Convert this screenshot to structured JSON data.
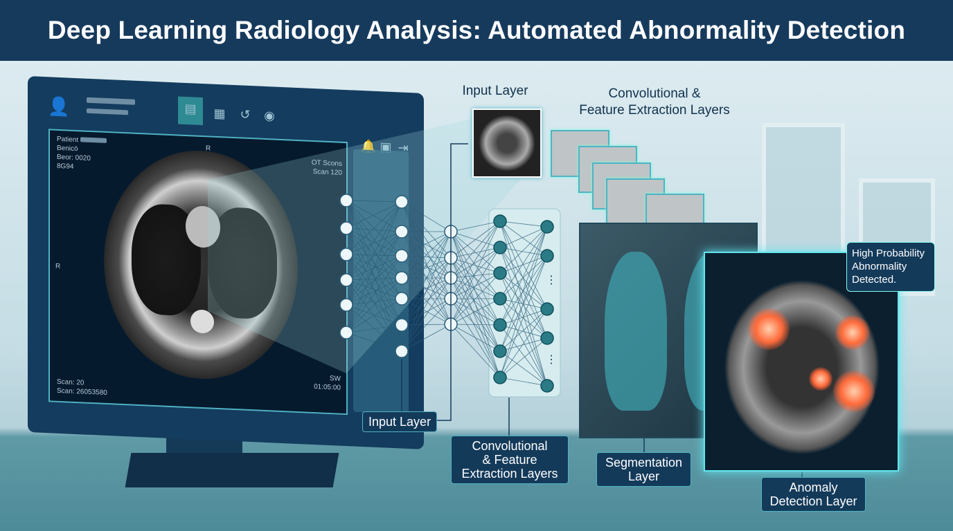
{
  "title": "Deep Learning Radiology Analysis: Automated Abnormality Detection",
  "monitor": {
    "patient_label": "Patient",
    "info_lines": [
      "Benicö",
      "Beor: 0020",
      "8G94"
    ],
    "orientation_top": "R",
    "orientation_left": "R",
    "right_info": [
      "OT Scons",
      "Scan 120"
    ],
    "bottom_left": [
      "Scan: 20",
      "Scan: 26053580"
    ],
    "bottom_right": [
      "SW",
      "01:05:00"
    ],
    "nav_icons": [
      "report-icon",
      "grid-icon",
      "history-icon",
      "eye-icon"
    ],
    "top_right_icons": [
      "bell-icon",
      "print-icon",
      "logout-icon"
    ]
  },
  "headings": {
    "input_layer": "Input Layer",
    "conv_layers": [
      "Convolutional &",
      "Feature Extraction Layers"
    ]
  },
  "labels": {
    "input_layer": "Input Layer",
    "conv_layers": [
      "Convolutional",
      "& Feature",
      "Extraction Layers"
    ],
    "segmentation": [
      "Segmentation",
      "Layer"
    ],
    "anomaly": [
      "Anomaly",
      "Detection Layer"
    ]
  },
  "callout": [
    "High Probability",
    "Abnormality",
    "Detected."
  ],
  "colors": {
    "title_bg": "#163a5c",
    "accent": "#4fb3c4",
    "node": "#2a7b86",
    "highlight": "#ff6a3a"
  }
}
